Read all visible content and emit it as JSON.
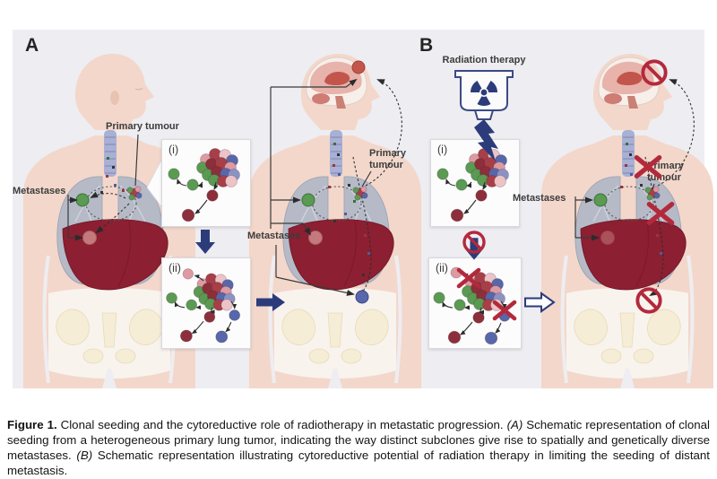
{
  "figure": {
    "panel_a": {
      "label": "A"
    },
    "panel_b": {
      "label": "B",
      "radiation_therapy_label": "Radiation therapy"
    },
    "labels": {
      "primary_tumour": "Primary tumour",
      "primary": "Primary",
      "tumour": "tumour",
      "metastases": "Metastases"
    },
    "insets": {
      "i": "(i)",
      "ii": "(ii)"
    }
  },
  "caption": {
    "label": "Figure 1.",
    "intro": " Clonal seeding and the cytoreductive role of radiotherapy in metastatic progression. ",
    "a_marker": "(A)",
    "a_text": " Schematic representation of clonal seeding from a heterogeneous primary lung tumor, indicating the way distinct subclones give rise to spatially and genetically diverse metastases. ",
    "b_marker": "(B)",
    "b_text": " Schematic representation illustrating cytoreductive potential of radiation therapy in limiting the seeding of distant metastasis."
  },
  "colors": {
    "white": "#ffffff",
    "panel_bg": "#eeedf1",
    "skin": "#f3d7cb",
    "skin_shadow": "#e8c3b4",
    "hip": "#f9f3ee",
    "bone": "#f5edd5",
    "bone_edge": "#e7daba",
    "lung": "#b6bac7",
    "lung_edge": "#99a0b2",
    "trachea": "#a9b0d3",
    "liver": "#8c1f31",
    "liver_edge": "#6d1726",
    "cranium": "#f7efe9",
    "brain_pink": "#e7b3ab",
    "brain_red": "#c2564c",
    "cell_green": "#5a9a52",
    "cell_red": "#a83f48",
    "cell_dred": "#8c2f3a",
    "cell_blue": "#5767aa",
    "cell_blue_l": "#8b93c4",
    "cell_pink": "#dd9aa2",
    "cell_pink_l": "#ecc3c6",
    "met_liver": "#c47a7c",
    "navy": "#2c3c7a",
    "cross_red": "#b3293c",
    "line": "#3a3a3a",
    "inset_bg": "#fcfcfd",
    "inset_edge": "#d9d9de",
    "label_text": "#3c3c3c",
    "caption_text": "#141414"
  },
  "icons": {
    "radiation_trefoil": "radiation-trefoil-icon",
    "lightning_bolt": "lightning-bolt-icon",
    "prohibition": "prohibition-icon",
    "cross": "cross-x-icon",
    "down_arrow": "down-arrow-icon",
    "right_arrow": "right-arrow-icon"
  }
}
